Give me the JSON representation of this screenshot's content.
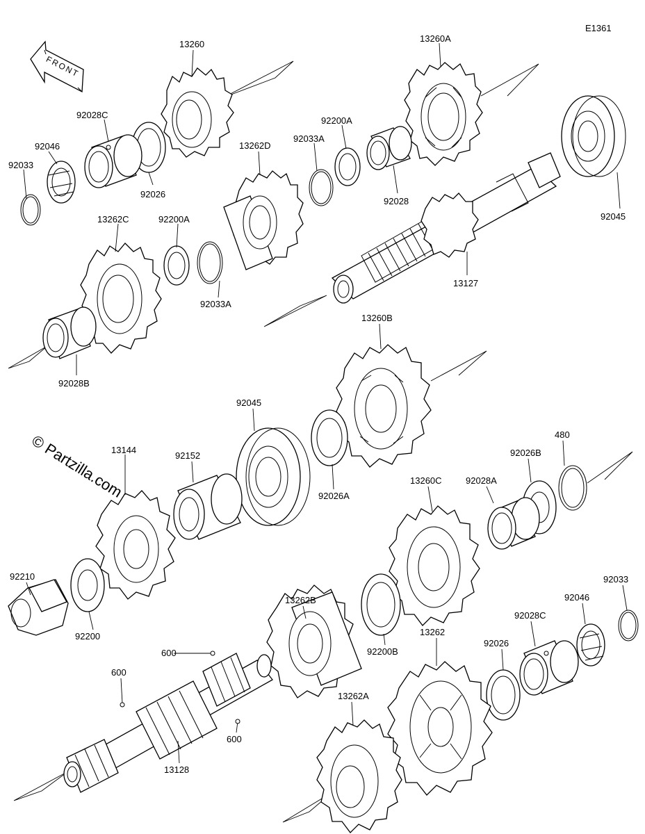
{
  "diagram_code": "E1361",
  "watermark": "© Partzilla.com",
  "front_label": "FRONT",
  "labels": [
    {
      "key": "l13260",
      "text": "13260"
    },
    {
      "key": "l13260A",
      "text": "13260A"
    },
    {
      "key": "l92028C_top",
      "text": "92028C"
    },
    {
      "key": "l92046_top",
      "text": "92046"
    },
    {
      "key": "l92033_top",
      "text": "92033"
    },
    {
      "key": "l92026_top",
      "text": "92026"
    },
    {
      "key": "l13262D",
      "text": "13262D"
    },
    {
      "key": "l92033A_top",
      "text": "92033A"
    },
    {
      "key": "l92200A_top",
      "text": "92200A"
    },
    {
      "key": "l92028_top",
      "text": "92028"
    },
    {
      "key": "l92045_top",
      "text": "92045"
    },
    {
      "key": "l13262C",
      "text": "13262C"
    },
    {
      "key": "l92200A_mid",
      "text": "92200A"
    },
    {
      "key": "l92033A_mid",
      "text": "92033A"
    },
    {
      "key": "l13127",
      "text": "13127"
    },
    {
      "key": "l92028B",
      "text": "92028B"
    },
    {
      "key": "l13260B",
      "text": "13260B"
    },
    {
      "key": "l92045_mid",
      "text": "92045"
    },
    {
      "key": "l92152",
      "text": "92152"
    },
    {
      "key": "l13144",
      "text": "13144"
    },
    {
      "key": "l92026A",
      "text": "92026A"
    },
    {
      "key": "l480",
      "text": "480"
    },
    {
      "key": "l92026B",
      "text": "92026B"
    },
    {
      "key": "l92028A",
      "text": "92028A"
    },
    {
      "key": "l13260C",
      "text": "13260C"
    },
    {
      "key": "l92210",
      "text": "92210"
    },
    {
      "key": "l92200",
      "text": "92200"
    },
    {
      "key": "l13262B",
      "text": "13262B"
    },
    {
      "key": "l92200B",
      "text": "92200B"
    },
    {
      "key": "l92033_bot",
      "text": "92033"
    },
    {
      "key": "l92046_bot",
      "text": "92046"
    },
    {
      "key": "l92028C_bot",
      "text": "92028C"
    },
    {
      "key": "l92026_bot",
      "text": "92026"
    },
    {
      "key": "l13262",
      "text": "13262"
    },
    {
      "key": "l600_a",
      "text": "600"
    },
    {
      "key": "l600_b",
      "text": "600"
    },
    {
      "key": "l600_c",
      "text": "600"
    },
    {
      "key": "l13262A",
      "text": "13262A"
    },
    {
      "key": "l13128",
      "text": "13128"
    }
  ]
}
